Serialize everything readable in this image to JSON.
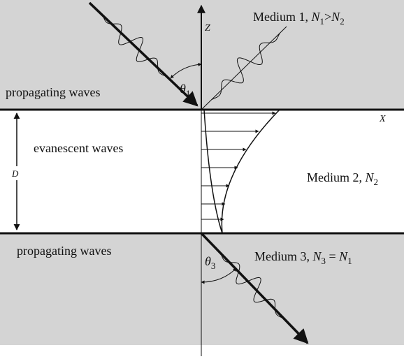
{
  "colors": {
    "medium_shade": "#d4d4d4",
    "ink": "#111111"
  },
  "labels": {
    "medium1_prefix": "Medium 1, ",
    "medium1_n1": "N",
    "medium1_sub1": "1",
    "medium1_gt": ">",
    "medium1_n2": "N",
    "medium1_sub2": "2",
    "medium2_prefix": "Medium 2, ",
    "medium2_n": "N",
    "medium2_sub": "2",
    "medium3_prefix": "Medium 3, ",
    "medium3_n3": "N",
    "medium3_sub3": "3",
    "medium3_eq": " = ",
    "medium3_n1": "N",
    "medium3_sub1": "1",
    "propagating_top": "propagating waves",
    "evanescent": "evanescent waves",
    "propagating_bottom": "propagating waves",
    "axis_z": "Z",
    "axis_x": "X",
    "thickness": "D",
    "theta1": "θ",
    "theta1_sub": "1",
    "theta3": "θ",
    "theta3_sub": "3"
  }
}
